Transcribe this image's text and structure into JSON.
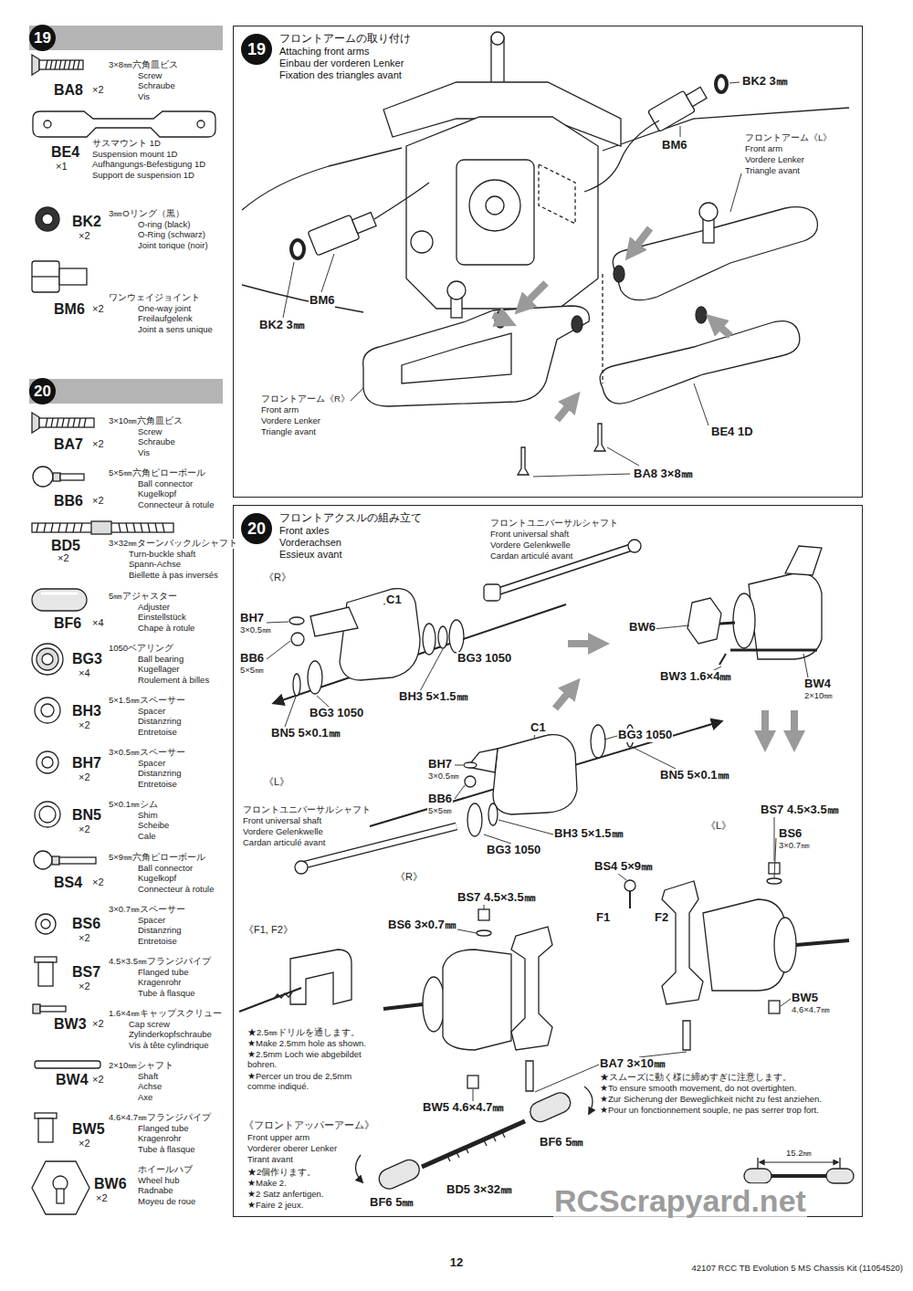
{
  "diagram": {
    "nodes": [
      {
        "text": [
          "19"
        ]
      },
      {
        "text": [
          "フロントアームの取り付け",
          "Attaching front arms",
          "Einbau der vorderen Lenker",
          "Fixation des triangles avant"
        ]
      },
      {
        "text": [
          "19"
        ],
        "in": 1
      },
      {
        "text": [
          "20"
        ]
      },
      {
        "text": [
          "フロントアクスルの組み立て",
          "Front axles",
          "Vorderachsen",
          "Essieux avant"
        ]
      },
      {
        "text": [
          "20"
        ],
        "in": 4
      }
    ],
    "labels": [
      "BA8",
      "×2",
      "3×8㎜六角皿ビス",
      "Screw",
      "Schraube",
      "Vis",
      "BE4",
      "×1",
      "サスマウント 1D",
      "Suspension mount 1D",
      "Aufhängungs-Befestigung 1D",
      "Support de suspension 1D",
      "BK2",
      "×2",
      "3㎜Oリング（黒）",
      "O-ring (black)",
      "O-Ring (schwarz)",
      "Joint torique (noir)",
      "BM6",
      "×2",
      "ワンウェイジョイント",
      "One-way joint",
      "Freilaufgelenk",
      "Joint a sens unique",
      "BA7",
      "×2",
      "3×10㎜六角皿ビス",
      "Screw",
      "Schraube",
      "Vis",
      "BB6",
      "×2",
      "5×5㎜六角ピローボール",
      "Ball connector",
      "Kugelkopf",
      "Connecteur à rotule",
      "BD5",
      "×2",
      "3×32㎜ターンバックルシャフト",
      "Turn-buckle shaft",
      "Spann-Achse",
      "Biellette à pas inversés",
      "BF6",
      "×4",
      "5㎜アジャスター",
      "Adjuster",
      "Einstellstück",
      "Chape à rotule",
      "BG3",
      "×4",
      "1050ベアリング",
      "Ball bearing",
      "Kugellager",
      "Roulement à billes",
      "BH3",
      "×2",
      "5×1.5㎜スペーサー",
      "Spacer",
      "Distanzring",
      "Entretoise",
      "BH7",
      "×2",
      "3×0.5㎜スペーサー",
      "Spacer",
      "Distanzring",
      "Entretoise",
      "BN5",
      "×2",
      "5×0.1㎜シム",
      "Shim",
      "Scheibe",
      "Cale",
      "BS4",
      "×2",
      "5×9㎜六角ピローボール",
      "Ball connector",
      "Kugelkopf",
      "Connecteur à rotule",
      "BS6",
      "×2",
      "3×0.7㎜スペーサー",
      "Spacer",
      "Distanzring",
      "Entretoise",
      "BS7",
      "×2",
      "4.5×3.5㎜フランジパイプ",
      "Flanged tube",
      "Kragenrohr",
      "Tube à flasque",
      "BW3",
      "×2",
      "1.6×4㎜キャップスクリュー",
      "Cap screw",
      "Zylinderkopfschraube",
      "Vis à tête cylindrique",
      "BW4",
      "×2",
      "2×10㎜シャフト",
      "Shaft",
      "Achse",
      "Axe",
      "BW5",
      "×2",
      "4.6×4.7㎜フランジパイプ",
      "Flanged tube",
      "Kragenrohr",
      "Tube à flasque",
      "BW6",
      "×2",
      "ホイールハブ",
      "Wheel hub",
      "Radnabe",
      "Moyeu de roue",
      "BK2 3㎜",
      "BM6",
      "フロントアーム《L》",
      "Front arm",
      "Vordere Lenker",
      "Triangle avant",
      "BM6",
      "BK2 3㎜",
      "フロントアーム《R》",
      "Front arm",
      "Vordere Lenker",
      "Triangle avant",
      "BE4 1D",
      "BA8 3×8㎜",
      "《R》",
      "C1",
      "BH7",
      "3×0.5㎜",
      "BB6",
      "5×5㎜",
      "BG3 1050",
      "BH3 5×1.5㎜",
      "BG3 1050",
      "BN5 5×0.1㎜",
      "フロントユニバーサルシャフト",
      "Front universal shaft",
      "Vordere Gelenkwelle",
      "Cardan articulé avant",
      "BW6",
      "BW3 1.6×4㎜",
      "BW4",
      "2×10㎜",
      "C1",
      "BG3 1050",
      "BN5 5×0.1㎜",
      "BH7",
      "3×0.5㎜",
      "《L》",
      "BB6",
      "5×5㎜",
      "フロントユニバーサルシャフト",
      "Front universal shaft",
      "Vordere Gelenkwelle",
      "Cardan articulé avant",
      "BG3 1050",
      "BH3 5×1.5㎜",
      "BS7 4.5×3.5㎜",
      "BS6",
      "3×0.7㎜",
      "《L》",
      "BS4 5×9㎜",
      "F1",
      "F2",
      "《R》",
      "BS7 4.5×3.5㎜",
      "BS6 3×0.7㎜",
      "《F1, F2》",
      "★2.5㎜ドリルを通します。",
      "★Make 2.5mm hole as shown.",
      "★2.5mm Loch wie abgebildet bohren.",
      "★Percer un trou de 2,5mm comme indiqué.",
      "BW5",
      "4.6×4.7㎜",
      "BW5 4.6×4.7㎜",
      "BA7 3×10㎜",
      "★スムーズに動く様に締めすぎに注意します。",
      "★To ensure smooth movement, do not overtighten.",
      "★Zur Sicherung der Beweglichkeit nicht zu fest anziehen.",
      "★Pour un fonctionnement souple, ne pas serrer trop fort.",
      "《フロントアッパーアーム》",
      "Front upper arm",
      "Vorderer oberer Lenker",
      "Tirant avant",
      "★2個作ります。",
      "★Make 2.",
      "★2 Satz anfertigen.",
      "★Faire 2 jeux.",
      "BF6 5㎜",
      "BD5 3×32㎜",
      "BF6 5㎜",
      "15.2㎜",
      "12",
      "42107 RCC TB Evolution 5 MS Chassis Kit (11054520)",
      "RCScrapyard.net"
    ]
  }
}
